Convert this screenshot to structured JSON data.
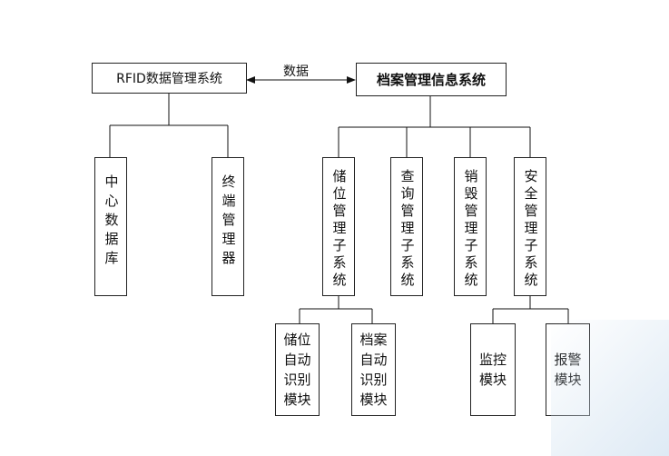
{
  "top": {
    "rfid": "RFID数据管理系统",
    "archive": "档案管理信息系统",
    "arrow_label": "数据"
  },
  "rfid_children": {
    "center_db": "中心数据库",
    "terminal_mgr": "终端管理器"
  },
  "archive_children": {
    "storage": "储位管理子系统",
    "query": "查询管理子系统",
    "destroy": "销毁管理子系统",
    "security": "安全管理子系统"
  },
  "storage_modules": {
    "storage_auto_id": [
      "储位",
      "自动",
      "识别",
      "模块"
    ],
    "archive_auto_id": [
      "档案",
      "自动",
      "识别",
      "模块"
    ]
  },
  "security_modules": {
    "monitor": [
      "监控",
      "模块"
    ],
    "alarm": [
      "报警",
      "模块"
    ]
  }
}
